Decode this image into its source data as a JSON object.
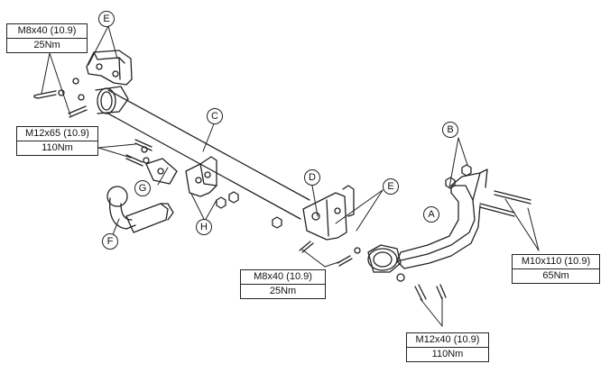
{
  "specs": [
    {
      "bolt": "M8x40 (10.9)",
      "torque": "25Nm"
    },
    {
      "bolt": "M12x65 (10.9)",
      "torque": "110Nm"
    },
    {
      "bolt": "M8x40 (10.9)",
      "torque": "25Nm"
    },
    {
      "bolt": "M10x110 (10.9)",
      "torque": "65Nm"
    },
    {
      "bolt": "M12x40 (10.9)",
      "torque": "110Nm"
    }
  ],
  "callouts": {
    "e_left": "E",
    "c": "C",
    "b": "B",
    "d": "D",
    "e_right": "E",
    "a": "A",
    "g": "G",
    "h": "H",
    "f": "F"
  }
}
